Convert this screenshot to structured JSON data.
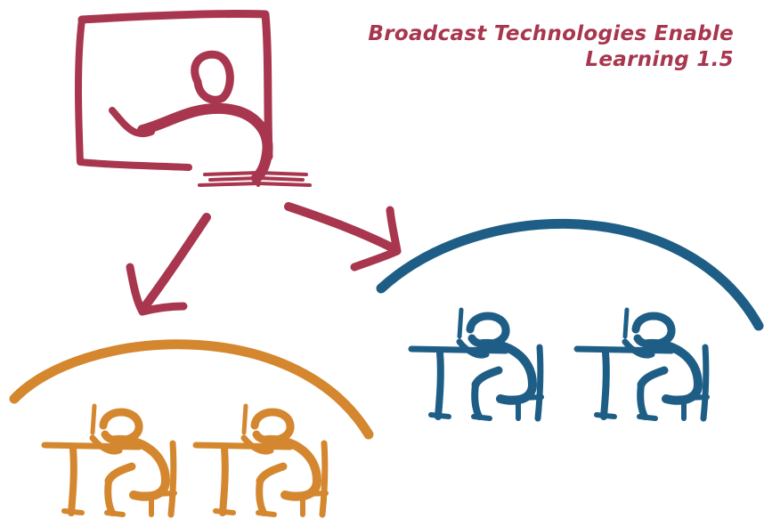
{
  "title": {
    "line1": "Broadcast Technologies Enable",
    "line2": "Learning 1.5"
  },
  "colors": {
    "teacher": "#A8364E",
    "group_left": "#D4872E",
    "group_right": "#1E5E86"
  },
  "icons": {
    "teacher": "teacher-at-screen-icon",
    "student": "student-at-desk-icon",
    "arrow": "arrow-icon",
    "dome": "dome-arc"
  }
}
